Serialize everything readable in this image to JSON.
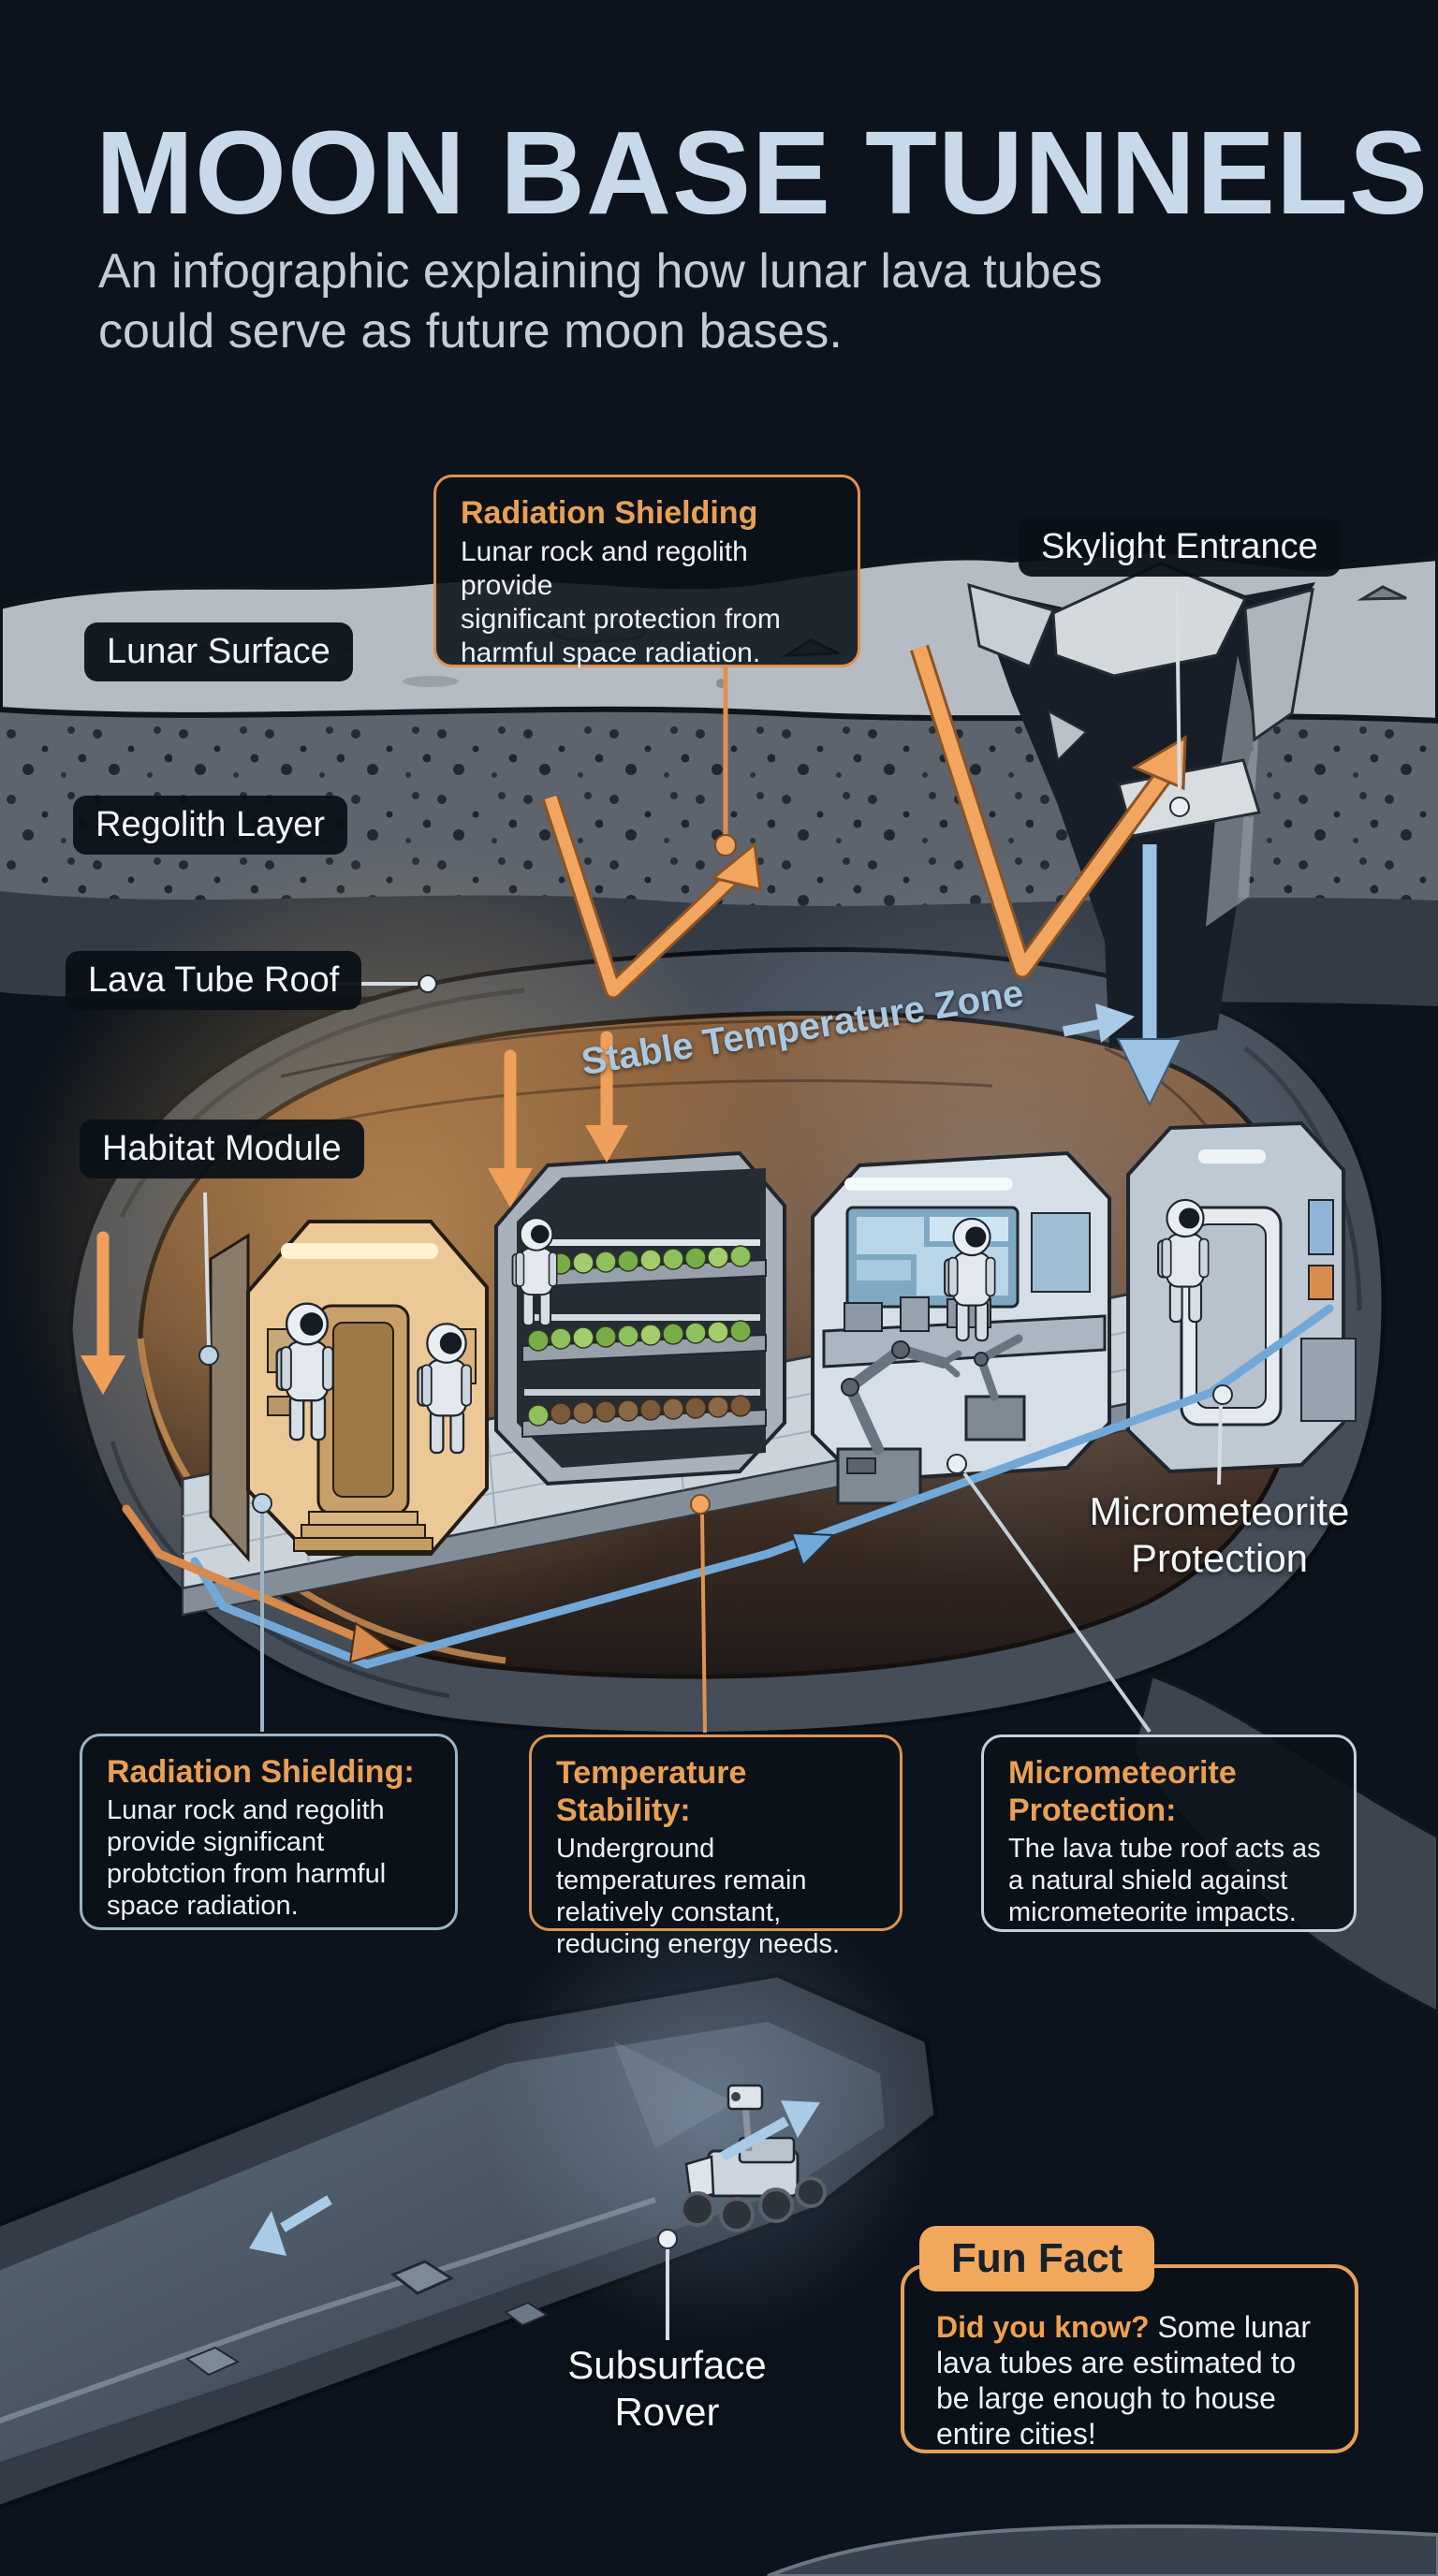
{
  "title": "MOON BASE TUNNELS",
  "subtitle": "An infographic explaining how lunar lava tubes\ncould serve as future moon bases.",
  "colors": {
    "background": "#0c131c",
    "accent_orange": "#f0a05a",
    "accent_blue": "#9cc3e6",
    "title_blue": "#c8dae9",
    "pill_background": "#0a1017",
    "callout_heading": "#e9a054"
  },
  "labels": {
    "lunar_surface": "Lunar Surface",
    "regolith_layer": "Regolith Layer",
    "lava_tube_roof": "Lava Tube Roof",
    "habitat_module": "Habitat Module",
    "skylight_entrance": "Skylight Entrance",
    "stable_temperature_zone": "Stable Temperature Zone",
    "micrometeorite_protection": "Micrometeorite\nProtection",
    "subsurface_rover": "Subsurface\nRover"
  },
  "top_callout": {
    "heading": "Radiation Shielding",
    "body": "Lunar rock and regolith provide\nsignificant protection from\nharmful space radiation."
  },
  "callouts": [
    {
      "heading": "Radiation Shielding:",
      "body": "Lunar rock and regolith\nprovide significant\nprobtction from harmful\nspace radiation."
    },
    {
      "heading": "Temperature Stability:",
      "body": "Underground\ntemperatures remain\nrelatively constant,\nreducing energy needs."
    },
    {
      "heading": "Micrometeorite\nProtection:",
      "body": "The lava tube roof acts as\na natural shield against\nmicrometeorite impacts."
    }
  ],
  "fun_fact": {
    "tab": "Fun Fact",
    "lead": "Did you know?",
    "body": " Some lunar\nlava tubes are estimated to\nbe large enough to house\nentire cities!"
  }
}
